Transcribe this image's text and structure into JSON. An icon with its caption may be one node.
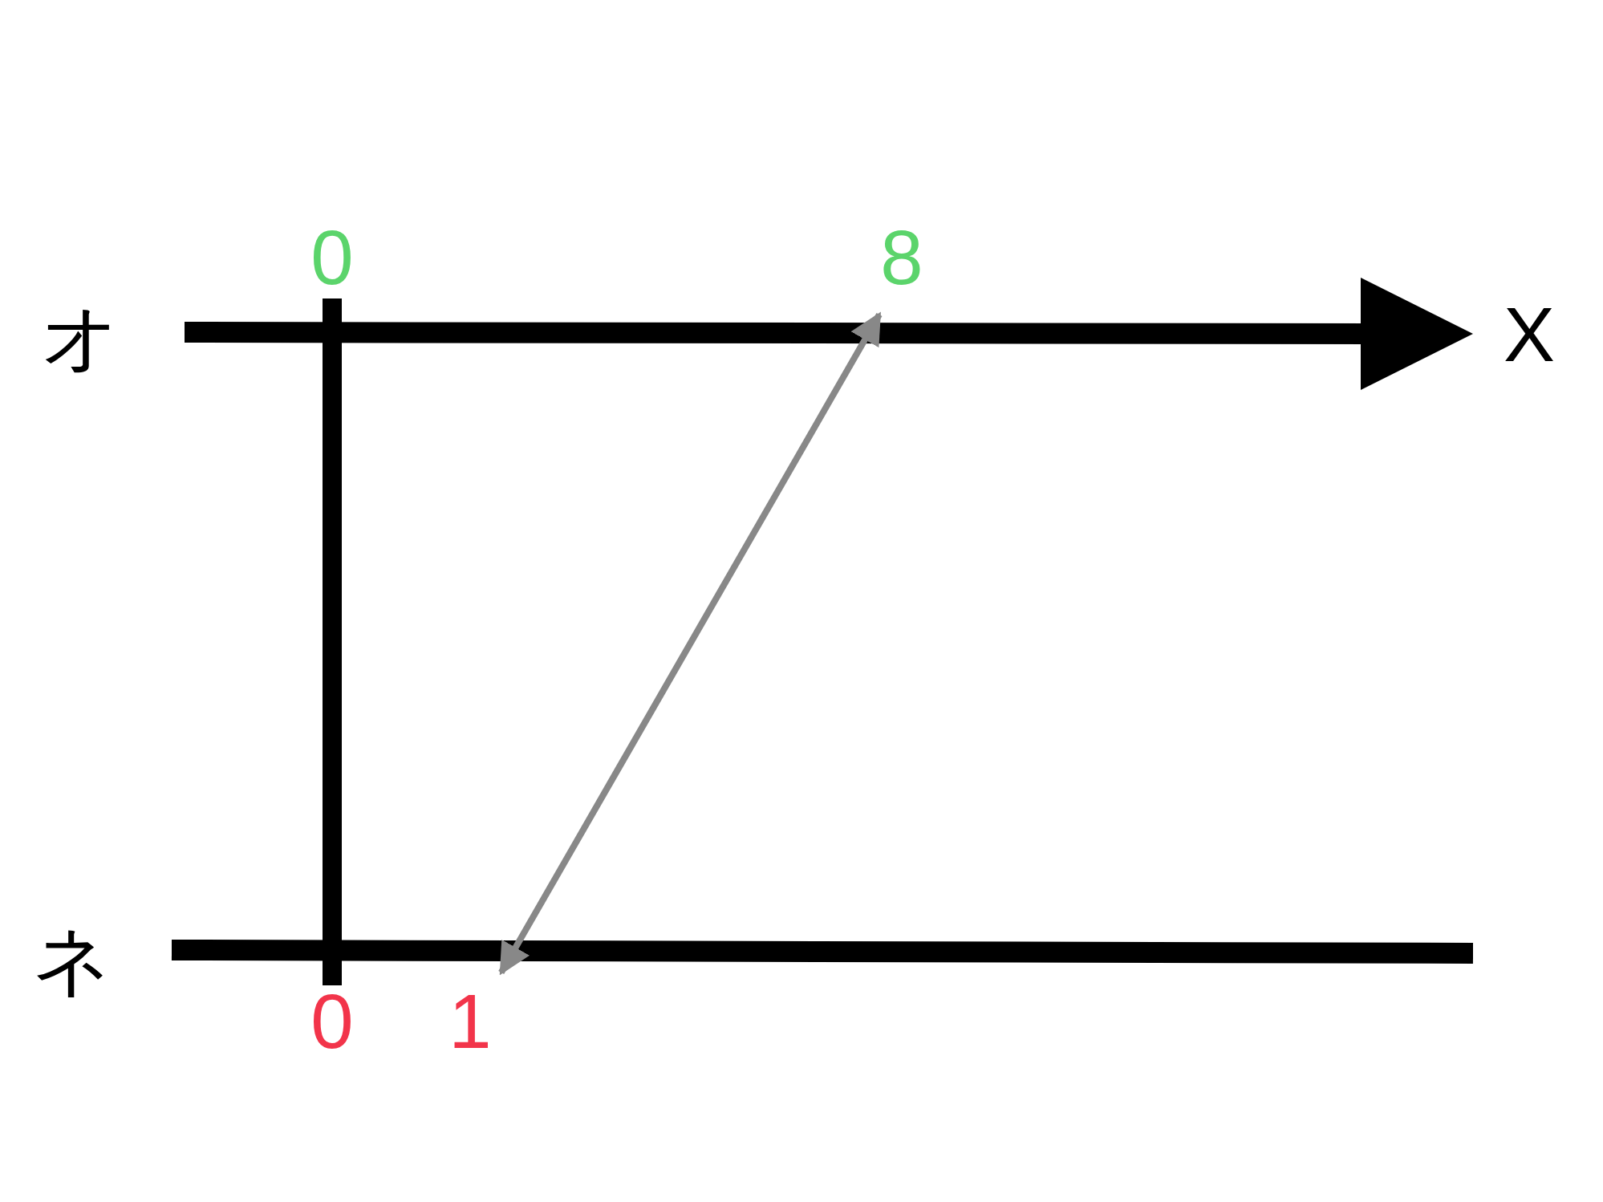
{
  "diagram": {
    "nodes": [
      {
        "text": [
          "0"
        ]
      },
      {
        "text": [
          "8"
        ]
      },
      {
        "text": [
          "0"
        ]
      },
      {
        "text": [
          "1"
        ]
      }
    ],
    "edges": [
      {
        "from": 0,
        "to": 2,
        "arrow": "none",
        "style": "thick"
      },
      {
        "from": 1,
        "to": 3,
        "arrow": "both",
        "color": "#888888"
      }
    ],
    "labels": [
      "オ",
      "X",
      "ネ"
    ]
  }
}
